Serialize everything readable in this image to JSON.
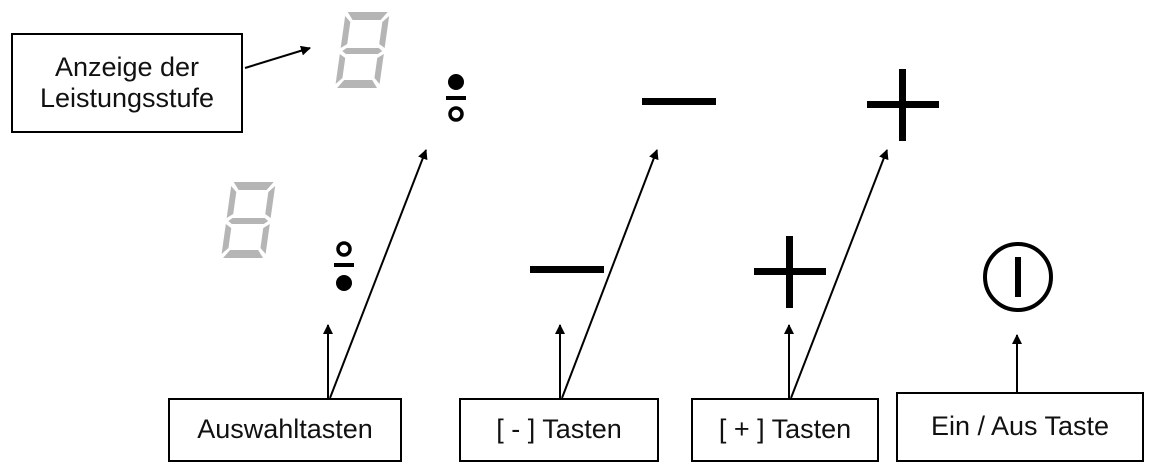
{
  "labels": {
    "display_line1": "Anzeige der",
    "display_line2": "Leistungsstufe",
    "select_keys": "Auswahltasten",
    "minus_keys": "[ - ] Tasten",
    "plus_keys": "[ + ] Tasten",
    "power_key": "Ein / Aus Taste"
  },
  "colors": {
    "segment": "#b5b5b5",
    "ink": "#000000"
  },
  "icons": {
    "display": "seven-segment-digit-icon",
    "select": "selector-dot-icon",
    "minus": "minus-icon",
    "plus": "plus-icon",
    "power": "power-icon"
  }
}
